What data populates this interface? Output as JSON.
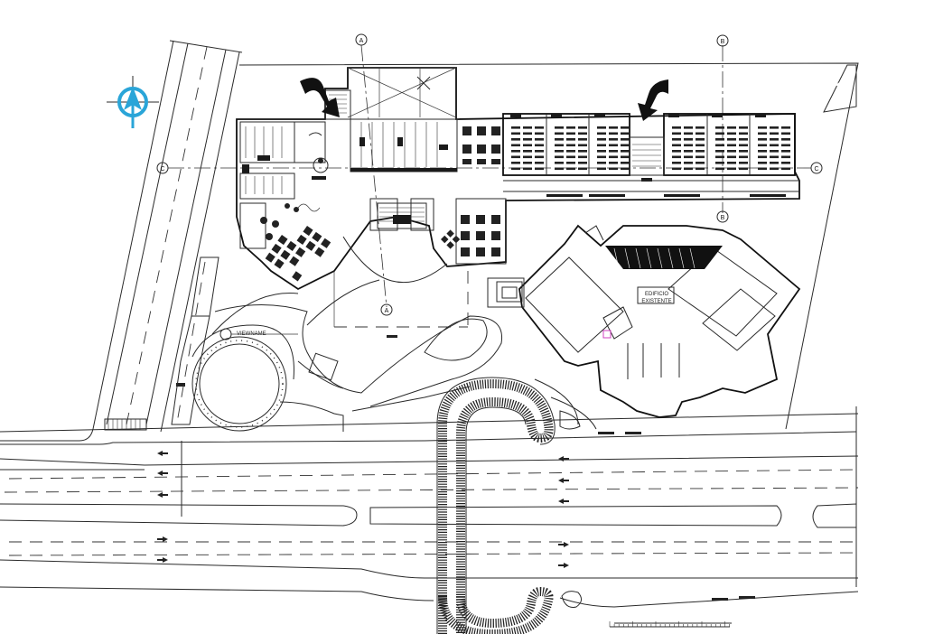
{
  "drawing": {
    "existing_building_label_line1": "EDIFICIO",
    "existing_building_label_line2": "EXISTENTE",
    "viewname_label": "VIEWNAME"
  },
  "grid_axes": {
    "a_top": "A",
    "a_bottom": "A",
    "b_top": "B",
    "b_mid": "B",
    "c_left": "C",
    "c_right": "C"
  },
  "icons": {
    "north_arrow": "compass-north-icon",
    "entrance_arrows": "entrance-arrow-icon",
    "traffic_arrows": "road-direction-arrow-icon"
  },
  "colors": {
    "north_arrow": "#2aa5d8",
    "linework": "#2a2a2a",
    "accent_magenta": "#d040c0"
  }
}
